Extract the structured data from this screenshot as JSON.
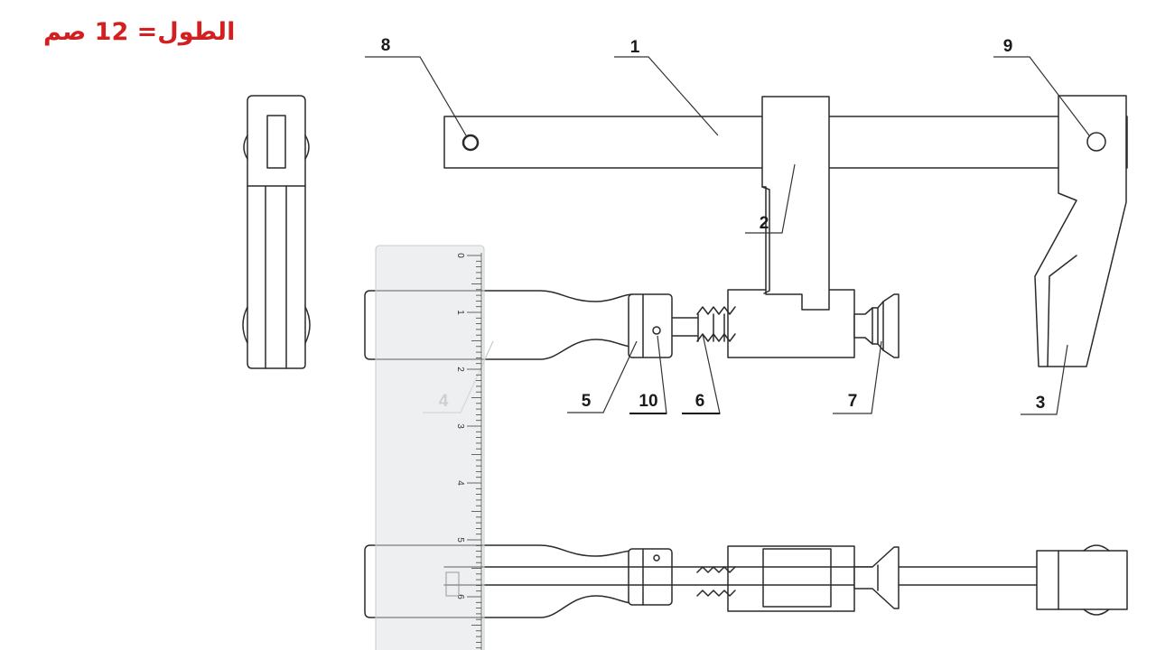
{
  "annotation": {
    "text": "الطول= 12 صم",
    "color": "#d21f1f"
  },
  "labels": {
    "l1": "1",
    "l2": "2",
    "l3": "3",
    "l4": "4",
    "l5": "5",
    "l6": "6",
    "l7": "7",
    "l8": "8",
    "l9": "9",
    "l10": "10"
  },
  "ruler": {
    "numbers": [
      "0",
      "1",
      "2",
      "3",
      "4",
      "5",
      "6"
    ]
  }
}
